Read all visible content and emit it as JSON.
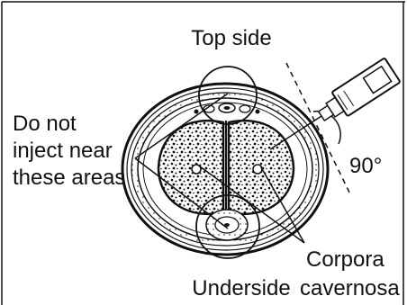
{
  "labels": {
    "top": "Top side",
    "warning": [
      "Do not",
      "inject near",
      "these areas"
    ],
    "angle": "90°",
    "bottom": "Underside",
    "corpora": [
      "Corpora",
      "cavernosa"
    ]
  },
  "icons": {
    "syringe": "syringe-icon"
  },
  "colors": {
    "ink": "#111111",
    "background": "#ffffff"
  }
}
